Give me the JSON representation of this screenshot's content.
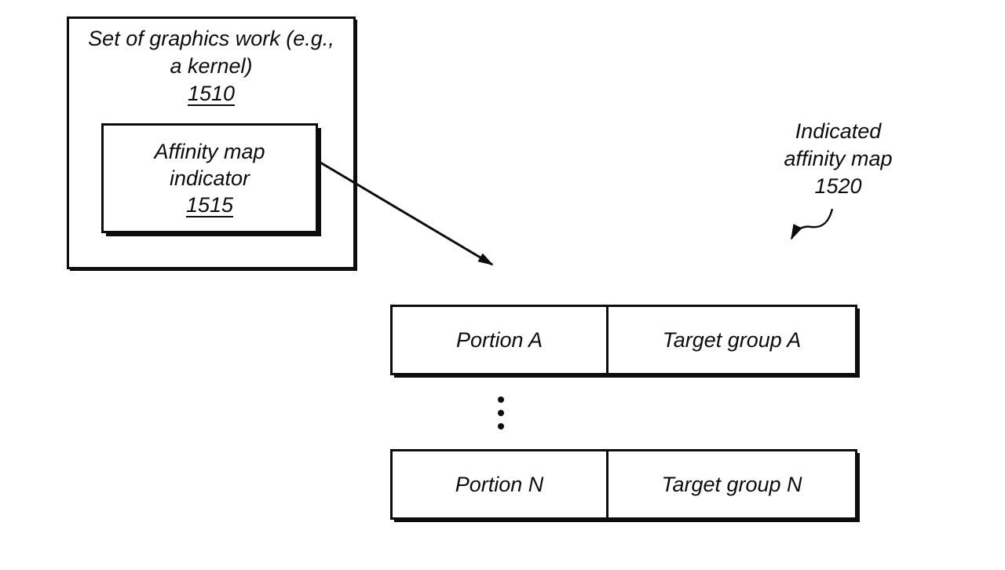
{
  "colors": {
    "ink": "#0d0d0d",
    "background": "#ffffff"
  },
  "kernel_box": {
    "title_line1": "Set of graphics work (e.g.,",
    "title_line2": "a kernel)",
    "ref": "1510",
    "indicator_box": {
      "line1": "Affinity map",
      "line2": "indicator",
      "ref": "1515"
    }
  },
  "affinity_map_callout": {
    "line1": "Indicated",
    "line2": "affinity map",
    "ref": "1520"
  },
  "affinity_table": {
    "rows": [
      {
        "portion": "Portion A",
        "target_group": "Target group A"
      },
      {
        "portion": "Portion N",
        "target_group": "Target group N"
      }
    ]
  }
}
